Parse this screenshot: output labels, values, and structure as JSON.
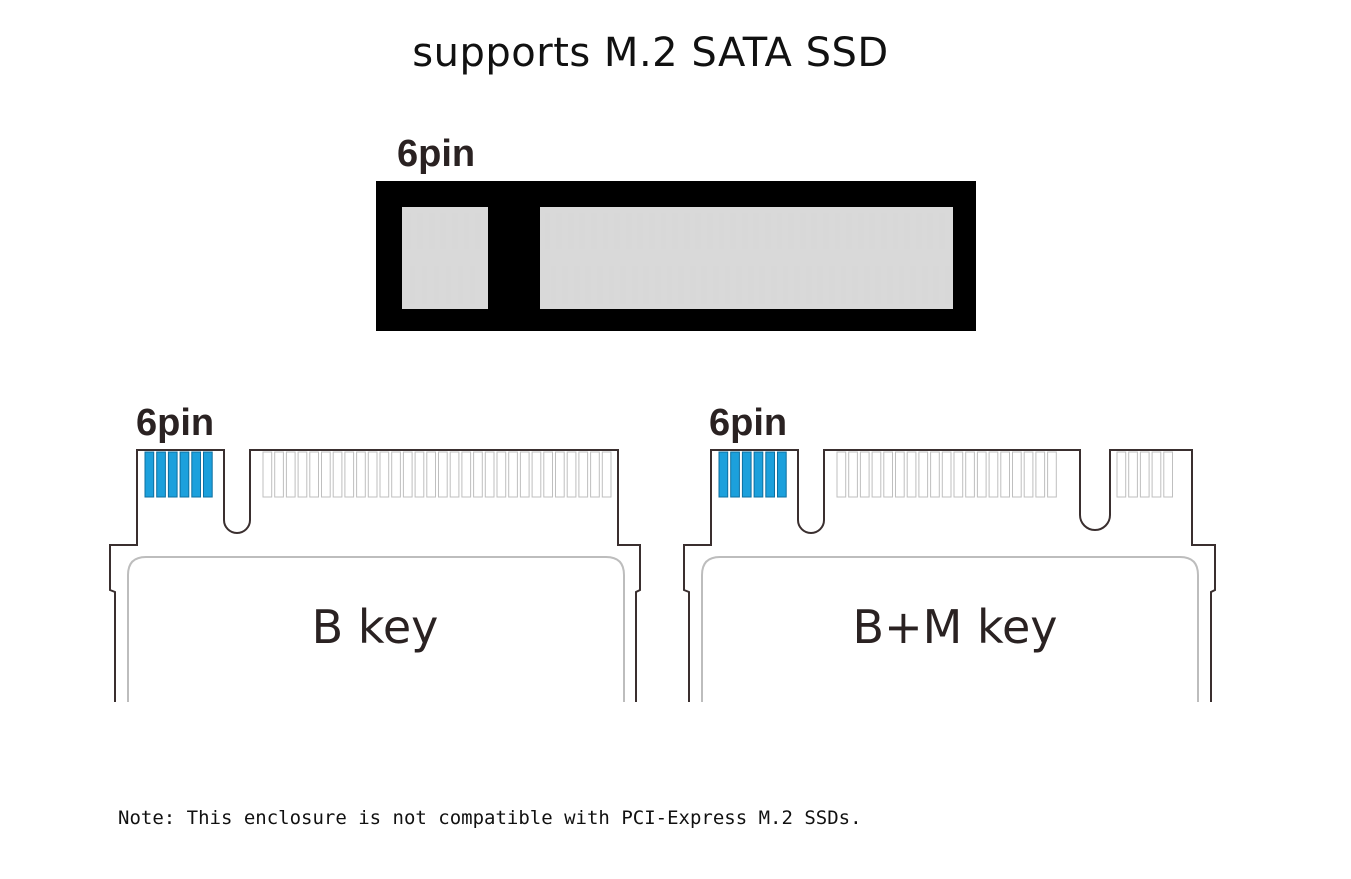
{
  "title": "supports M.2 SATA SSD",
  "connector": {
    "pin_label": "6pin"
  },
  "cards": [
    {
      "pin_label": "6pin",
      "key_label": "B key"
    },
    {
      "pin_label": "6pin",
      "key_label": "B+M key"
    }
  ],
  "colors": {
    "pin_highlight": "#1ca0dc",
    "connector_body": "#000000",
    "connector_pins": "#d8d8d8",
    "outline": "#3a2f2f"
  },
  "note": "Note: This enclosure is not compatible with PCI-Express M.2 SSDs."
}
